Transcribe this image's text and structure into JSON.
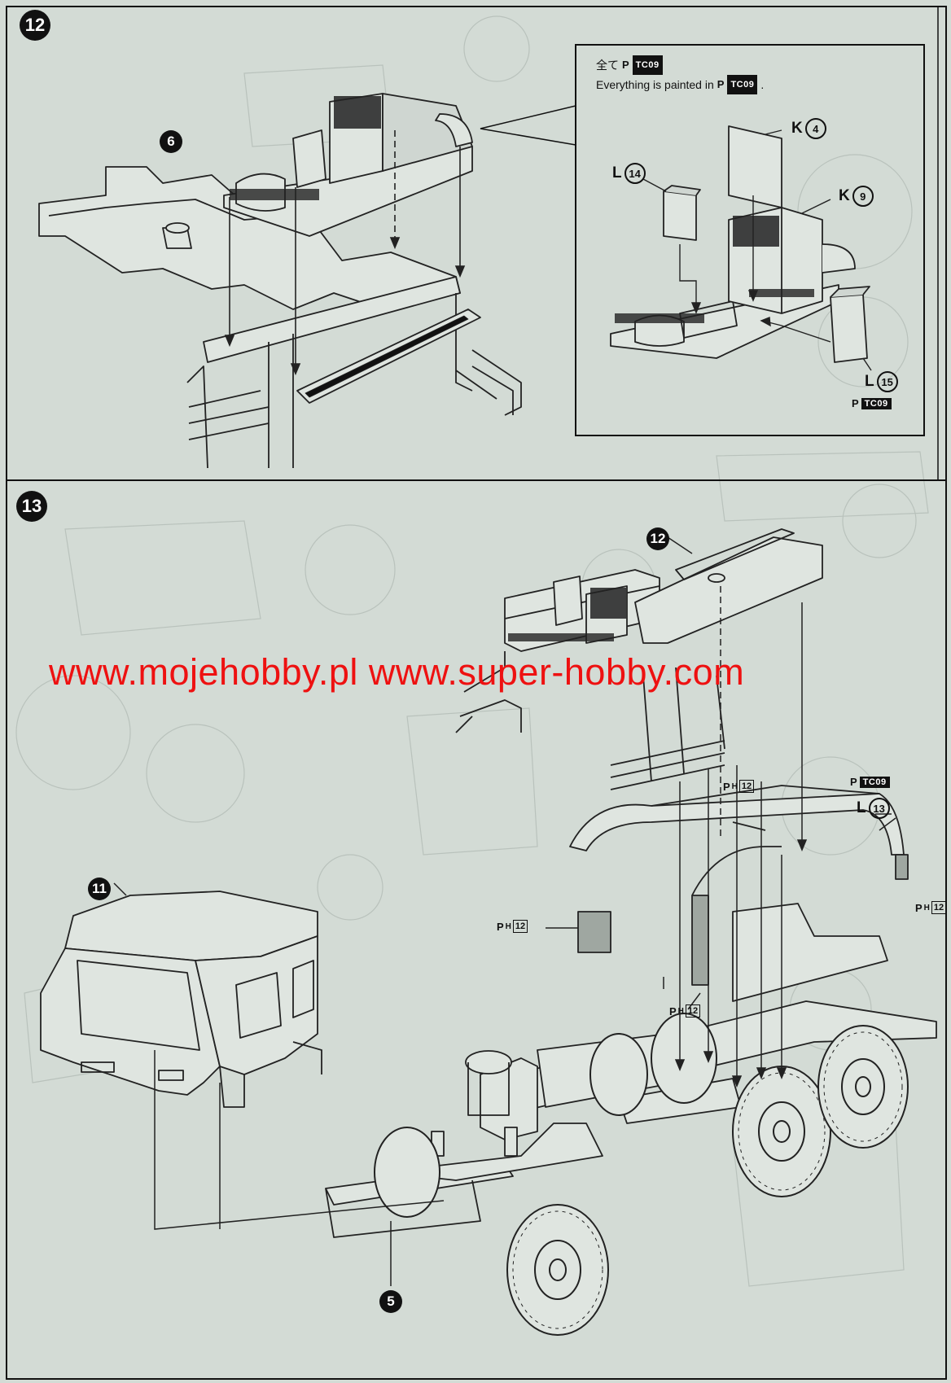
{
  "steps": {
    "step12": "12",
    "step13": "13"
  },
  "callouts": {
    "c6": "6",
    "c12": "12",
    "c11": "11",
    "c5": "5"
  },
  "note": {
    "jp_prefix": "全て",
    "paint_symbol": "P",
    "paint_code": "TC09",
    "en_text": "Everything is painted in",
    "en_suffix": "."
  },
  "parts": {
    "k4": {
      "letter": "K",
      "num": "4"
    },
    "k9": {
      "letter": "K",
      "num": "9"
    },
    "l14": {
      "letter": "L",
      "num": "14"
    },
    "l15": {
      "letter": "L",
      "num": "15"
    },
    "l13": {
      "letter": "L",
      "num": "13"
    }
  },
  "paint_labels": {
    "l15_paint": {
      "symbol": "P",
      "code": "TC09"
    },
    "l13_paint": {
      "symbol": "P",
      "code": "TC09"
    }
  },
  "ph_labels": {
    "ph_a": {
      "symbol": "P",
      "sub": "H",
      "num": "12"
    },
    "ph_b": {
      "symbol": "P",
      "sub": "H",
      "num": "12"
    },
    "ph_c": {
      "symbol": "P",
      "sub": "H",
      "num": "12"
    },
    "ph_d": {
      "symbol": "P",
      "sub": "H",
      "num": "12"
    }
  },
  "watermark": "www.mojehobby.pl www.super-hobby.com",
  "colors": {
    "background": "#d3dbd5",
    "line": "#222222",
    "watermark": "#ee1111"
  }
}
